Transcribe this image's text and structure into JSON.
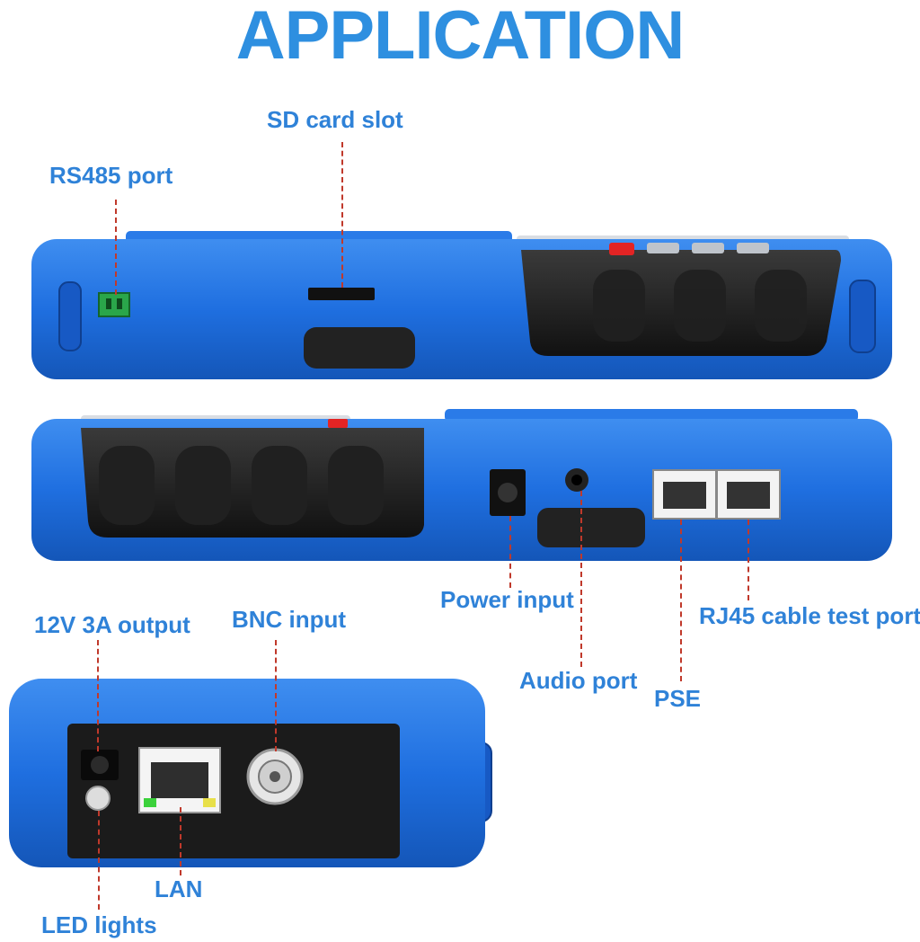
{
  "page": {
    "title": "APPLICATION",
    "accent": "#2e8fe0",
    "device_color": "#1f6fe0",
    "leader_color": "#c0392b"
  },
  "top_view": {
    "rs485_label": "RS485 port",
    "sd_label": "SD card slot"
  },
  "side_view": {
    "power_label": "Power input",
    "audio_label": "Audio port",
    "pse_label": "PSE",
    "rj45_label": "RJ45 cable test port"
  },
  "end_view": {
    "out12v_label": "12V 3A output",
    "bnc_label": "BNC input",
    "lan_label": "LAN",
    "led_label": "LED lights"
  }
}
